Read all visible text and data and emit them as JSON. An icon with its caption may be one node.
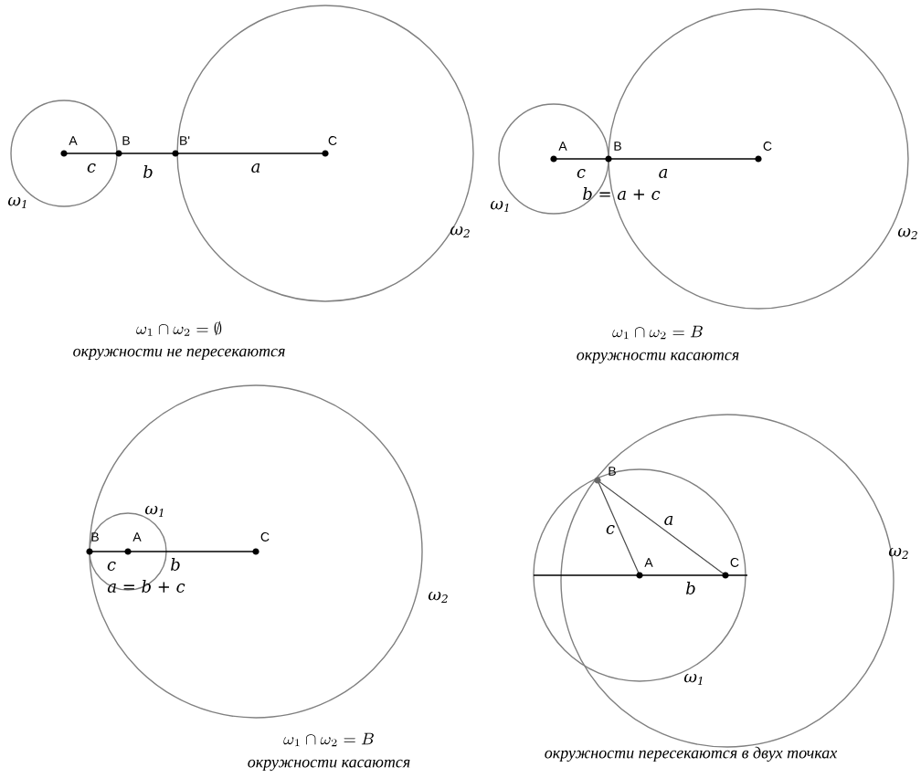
{
  "diagram": {
    "labels": [
      "A",
      "B",
      "B'",
      "C",
      "c",
      "b",
      "a",
      "ω$_{1}$",
      "ω$_{2}$",
      "\\omega_1 \\cap \\omega_2 = \\emptyset",
      "окружности не пересекаются",
      "A",
      "B",
      "C",
      "c",
      "a",
      "b = a + c",
      "ω$_{1}$",
      "ω$_{2}$",
      "\\omega_1 \\cap \\omega_2 = B",
      "окружности касаются",
      "ω$_{1}$",
      "B",
      "A",
      "C",
      "c",
      "b",
      "a = b + c",
      "ω$_{2}$",
      "\\omega_1 \\cap \\omega_2 = B",
      "окружности касаются",
      "B",
      "c",
      "a",
      "A",
      "C",
      "b",
      "ω$_{1}$",
      "ω$_{2}$",
      "окружности пересекаются в двух точках"
    ]
  }
}
